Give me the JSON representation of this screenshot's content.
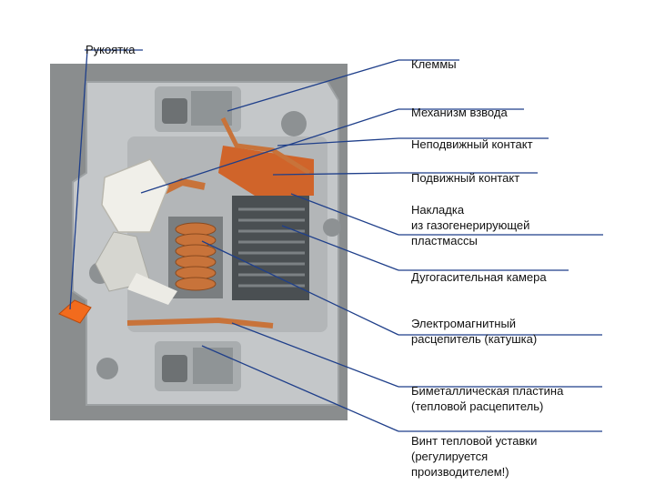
{
  "diagram": {
    "labels": {
      "handle": "Рукоятка",
      "terminals": "Клеммы",
      "cocking_mechanism": "Механизм взвода",
      "fixed_contact": "Неподвижный контакт",
      "moving_contact": "Подвижный контакт",
      "gas_plastic": " Накладка\nиз газогенерирующей\nпластмассы",
      "arc_chamber": "Дугогасительная камера",
      "electromagnetic_release": "Электромагнитный\nрасцепитель (катушка)",
      "bimetal_plate": "Биметаллическая пластина\n(тепловой расцепитель)",
      "thermal_screw": "Винт тепловой уставки\n(регулируется\nпроизводителем!)"
    },
    "colors": {
      "background": "#8a8d8e",
      "housing": "#c4c7c9",
      "copper": "#c8733a",
      "leader": "#1f3f8a",
      "handle_tip": "#f26b1d"
    }
  }
}
